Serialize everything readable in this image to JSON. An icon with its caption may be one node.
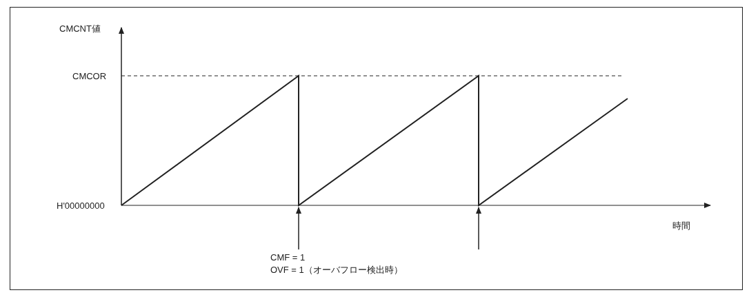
{
  "diagram": {
    "labels": [
      "CMCNT値",
      "CMCOR",
      "H'00000000",
      "時間",
      "CMF = 1",
      "OVF = 1（オーバフロー検出時）"
    ]
  }
}
